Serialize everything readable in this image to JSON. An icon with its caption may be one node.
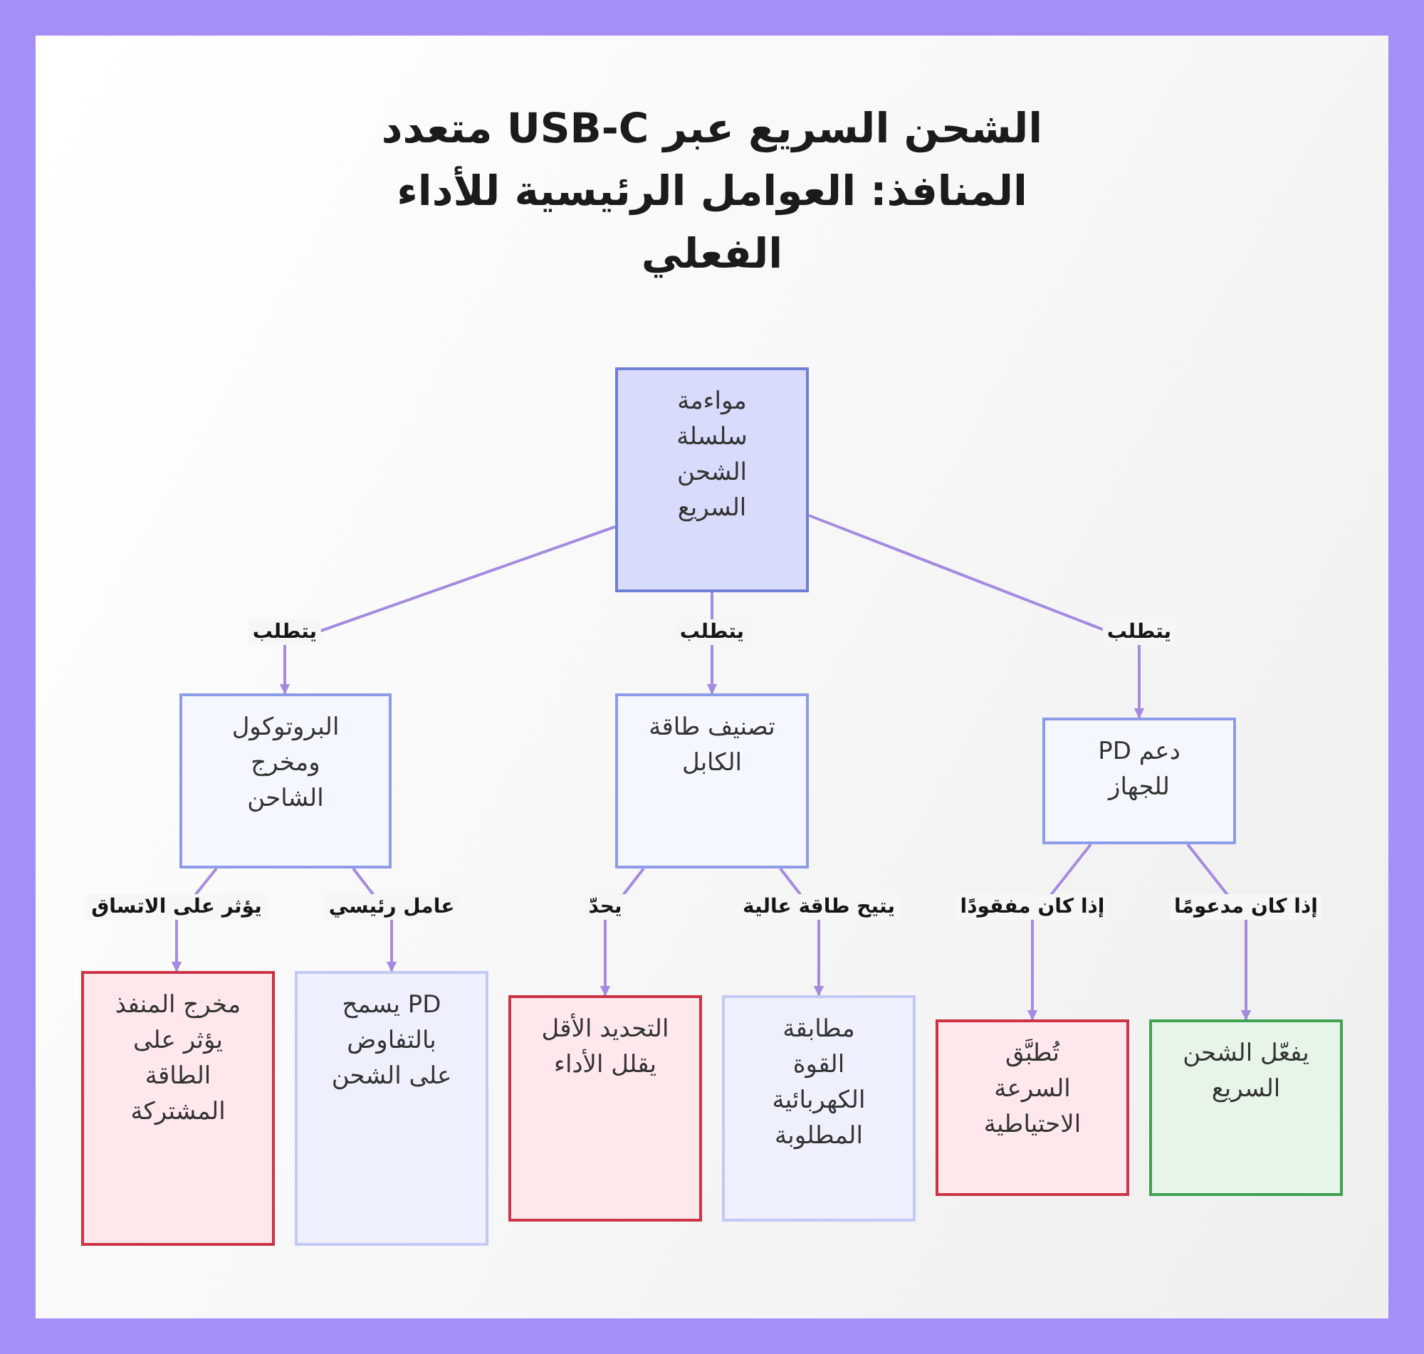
{
  "diagram": {
    "title": "الشحن السريع عبر USB-C متعدد المنافذ: العوامل الرئيسية للأداء الفعلي",
    "nodes": [
      {
        "text": [
          "مواءمة سلسلة الشحن السريع"
        ]
      },
      {
        "text": [
          "البروتوكول ومخرج الشاحن"
        ]
      },
      {
        "text": [
          "تصنيف طاقة الكابل"
        ]
      },
      {
        "text": [
          "دعم PD للجهاز"
        ]
      },
      {
        "text": [
          "مخرج المنفذ يؤثر على الطاقة المشتركة"
        ]
      },
      {
        "text": [
          "PD يسمح بالتفاوض على الشحن"
        ]
      },
      {
        "text": [
          "التحديد الأقل يقلل الأداء"
        ]
      },
      {
        "text": [
          "مطابقة القوة الكهربائية المطلوبة"
        ]
      },
      {
        "text": [
          "تُطبَّق السرعة الاحتياطية"
        ]
      },
      {
        "text": [
          "يفعّل الشحن السريع"
        ]
      }
    ],
    "edges": [
      {
        "from": 0,
        "to": 1,
        "arrow": "to",
        "label": "يتطلب"
      },
      {
        "from": 0,
        "to": 2,
        "arrow": "to",
        "label": "يتطلب"
      },
      {
        "from": 0,
        "to": 3,
        "arrow": "to",
        "label": "يتطلب"
      },
      {
        "from": 1,
        "to": 4,
        "arrow": "to",
        "label": "يؤثر على الاتساق"
      },
      {
        "from": 1,
        "to": 5,
        "arrow": "to",
        "label": "عامل رئيسي"
      },
      {
        "from": 2,
        "to": 6,
        "arrow": "to",
        "label": "يحدّ"
      },
      {
        "from": 2,
        "to": 7,
        "arrow": "to",
        "label": "يتيح طاقة عالية"
      },
      {
        "from": 3,
        "to": 8,
        "arrow": "to",
        "label": "إذا كان مفقودًا"
      },
      {
        "from": 3,
        "to": 9,
        "arrow": "to",
        "label": "إذا كان مدعومًا"
      }
    ]
  }
}
